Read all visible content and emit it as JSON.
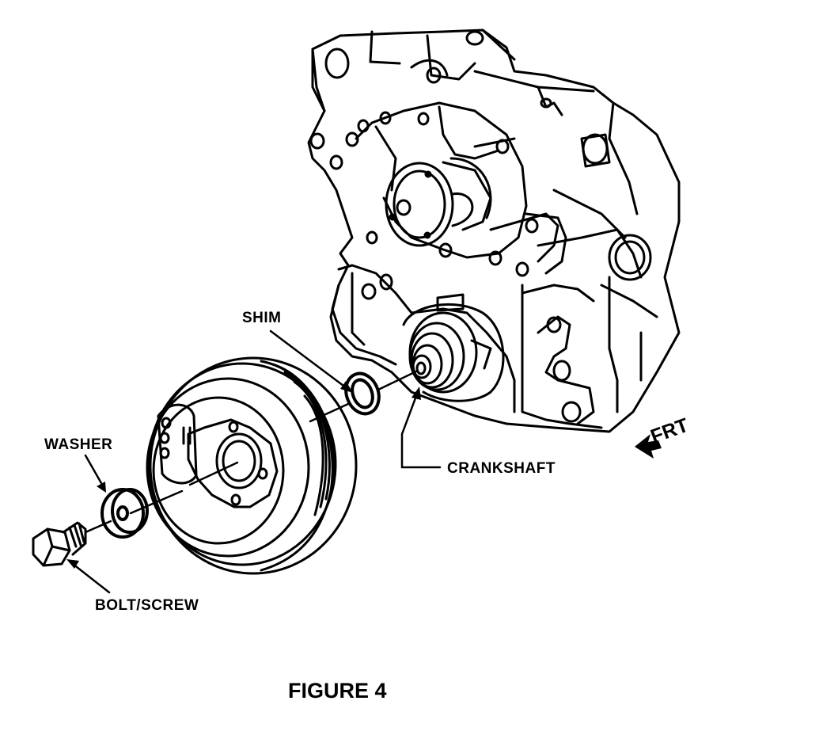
{
  "labels": {
    "shim": "SHIM",
    "washer": "WASHER",
    "crankshaft": "CRANKSHAFT",
    "bolt_screw": "BOLT/SCREW",
    "frt": "FRT"
  },
  "caption": "FIGURE 4",
  "colors": {
    "ink": "#000000",
    "paper": "#ffffff"
  }
}
